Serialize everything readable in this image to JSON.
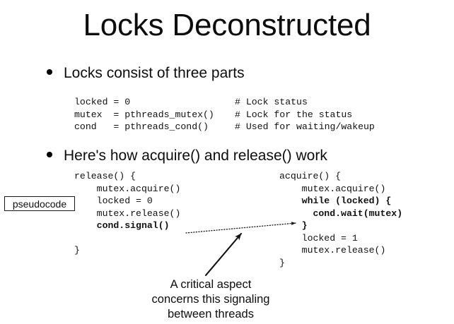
{
  "slide": {
    "title": "Locks Deconstructed",
    "background_color": "#ffffff",
    "text_color": "#0d0d0d"
  },
  "bullets": [
    {
      "text": "Locks consist of three parts"
    },
    {
      "text": "Here's how acquire() and release() work"
    }
  ],
  "code_blocks": {
    "declarations": {
      "code": "locked = 0\nmutex  = pthreads_mutex()\ncond   = pthreads_cond()",
      "comments": "# Lock status\n# Lock for the status\n# Used for waiting/wakeup",
      "lines": [
        {
          "code": "locked = 0",
          "comment": "# Lock status"
        },
        {
          "code": "mutex  = pthreads_mutex()",
          "comment": "# Lock for the status"
        },
        {
          "code": "cond   = pthreads_cond()",
          "comment": "# Used for waiting/wakeup"
        }
      ]
    },
    "release": {
      "name": "release",
      "lines": [
        {
          "text": "release() {",
          "bold": false
        },
        {
          "text": "    mutex.acquire()",
          "bold": false
        },
        {
          "text": "    locked = 0",
          "bold": false
        },
        {
          "text": "    mutex.release()",
          "bold": false
        },
        {
          "text": "    cond.signal()",
          "bold": true
        },
        {
          "text": "",
          "bold": false
        },
        {
          "text": "}",
          "bold": false
        }
      ]
    },
    "acquire": {
      "name": "acquire",
      "lines": [
        {
          "text": "acquire() {",
          "bold": false
        },
        {
          "text": "    mutex.acquire()",
          "bold": false
        },
        {
          "text": "    while (locked) {",
          "bold": true
        },
        {
          "text": "      cond.wait(mutex)",
          "bold": true
        },
        {
          "text": "    }",
          "bold": true
        },
        {
          "text": "    locked = 1",
          "bold": false
        },
        {
          "text": "    mutex.release()",
          "bold": false
        },
        {
          "text": "}",
          "bold": false
        }
      ]
    }
  },
  "callout": {
    "pseudocode_label": "pseudocode"
  },
  "caption": {
    "lines": [
      "A critical aspect",
      "concerns this signaling",
      "between threads"
    ],
    "full_text": "A critical aspect concerns this signaling between threads"
  },
  "annotations": {
    "dotted_connector": "cond.signal() -> cond.wait(mutex)",
    "pointer_arrow": "caption -> dotted connector"
  }
}
